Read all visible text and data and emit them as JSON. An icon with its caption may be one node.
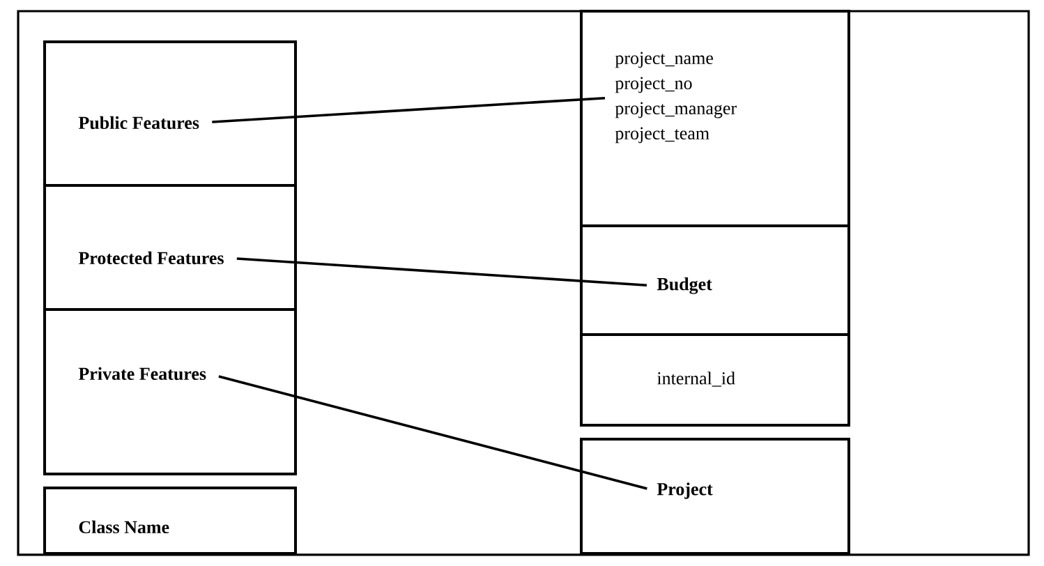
{
  "diagram": {
    "nodes": [
      {
        "text": [
          "Public Features"
        ]
      },
      {
        "text": [
          "Protected Features"
        ]
      },
      {
        "text": [
          "Private Features"
        ]
      },
      {
        "text": [
          "Class Name"
        ]
      },
      {
        "text": [
          "project_name",
          "project_no",
          "project_manager",
          "project_team"
        ]
      },
      {
        "text": [
          "Budget"
        ]
      },
      {
        "text": [
          "internal_id"
        ]
      },
      {
        "text": [
          "Project"
        ]
      }
    ],
    "edges": [
      {
        "from": 0,
        "to": 4,
        "arrow": "none"
      },
      {
        "from": 1,
        "to": 5,
        "arrow": "none"
      },
      {
        "from": 2,
        "to": 7,
        "arrow": "none"
      }
    ]
  }
}
